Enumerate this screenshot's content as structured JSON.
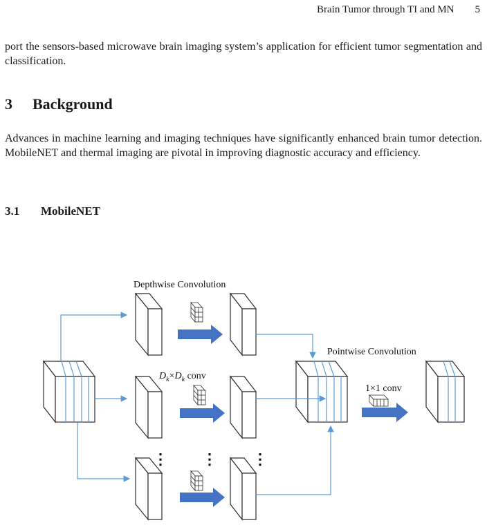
{
  "header": {
    "running_title": "Brain Tumor through TI and MN",
    "page_number": "5"
  },
  "intro_paragraph": "port the sensors-based microwave brain imaging system’s application for efficient tumor segmentation and classification.",
  "section": {
    "number": "3",
    "title": "Background",
    "paragraph": "Advances in machine learning and imaging techniques have significantly enhanced brain tumor detection. MobileNET and thermal imaging are pivotal in improving diagnostic accuracy and efficiency."
  },
  "subsection": {
    "number": "3.1",
    "title": "MobileNET"
  },
  "figure": {
    "depthwise_label": "Depthwise Convolution",
    "pointwise_label": "Pointwise Convolution",
    "dk_label_base": "D",
    "dk_label_sub": "k",
    "dk_label_times": "×",
    "dk_label_suffix": " conv",
    "one_by_one_label": "1×1 conv",
    "ellipsis": "⋮",
    "colors": {
      "line": "#2b2b2b",
      "connector": "#5b9bd5",
      "arrow_fill": "#4472c4"
    }
  }
}
